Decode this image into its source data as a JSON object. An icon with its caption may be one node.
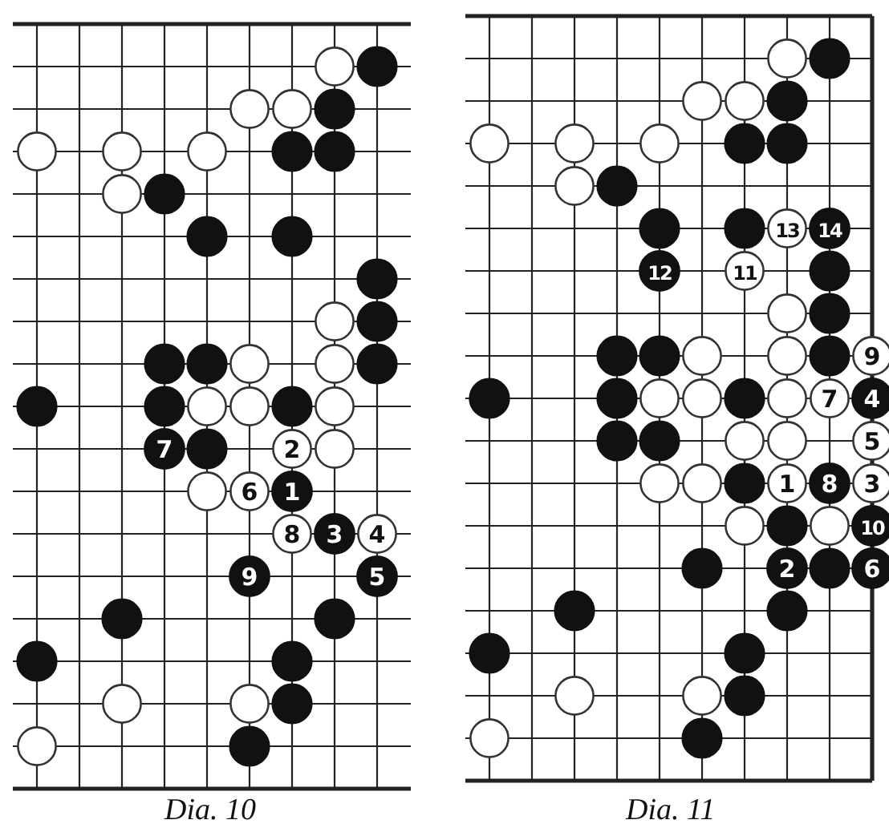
{
  "diagram": {
    "labels": [
      "7",
      "2",
      "6",
      "1",
      "8",
      "3",
      "4",
      "9",
      "5",
      "13",
      "14",
      "12",
      "11",
      "9",
      "7",
      "4",
      "5",
      "1",
      "8",
      "3",
      "10",
      "2",
      "6",
      "Dia. 10",
      "Dia. 11"
    ]
  }
}
